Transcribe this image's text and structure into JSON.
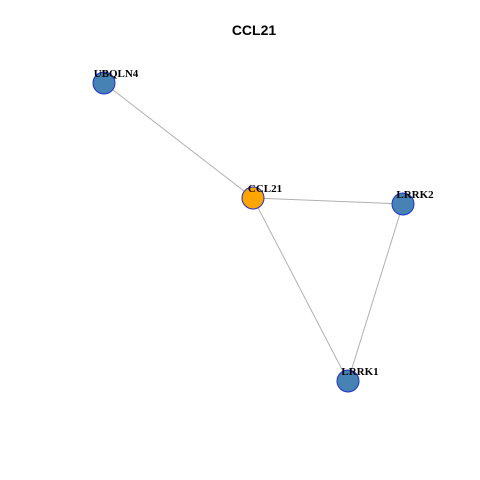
{
  "title": "CCL21",
  "colors": {
    "focus_node": "#FFA500",
    "other_node": "#4682B4",
    "node_border": "#1F2FD0",
    "edge": "#B0B0B0"
  },
  "nodes": [
    {
      "id": "UBQLN4",
      "label": "UBQLN4",
      "role": "other"
    },
    {
      "id": "CCL21",
      "label": "CCL21",
      "role": "focus"
    },
    {
      "id": "LRRK2",
      "label": "LRRK2",
      "role": "other"
    },
    {
      "id": "LRRK1",
      "label": "LRRK1",
      "role": "other"
    }
  ],
  "edges": [
    {
      "source": "UBQLN4",
      "target": "CCL21"
    },
    {
      "source": "CCL21",
      "target": "LRRK2"
    },
    {
      "source": "CCL21",
      "target": "LRRK1"
    },
    {
      "source": "LRRK2",
      "target": "LRRK1"
    }
  ]
}
